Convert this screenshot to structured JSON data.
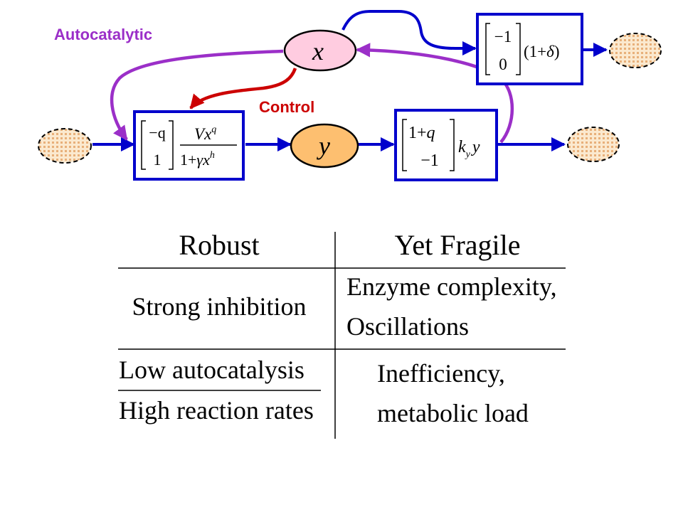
{
  "labels": {
    "autocatalytic": "Autocatalytic",
    "control": "Control"
  },
  "colors": {
    "flux": "#0000cc",
    "autocatalytic": "#9b2fc8",
    "control": "#cc0000",
    "node_fill": "#ffcce0",
    "reservoir_fill": "#f8d8b0"
  },
  "nodes": {
    "x": "x",
    "y": "y"
  },
  "box_left": {
    "vec_top": "−q",
    "vec_bottom": "1",
    "num_V": "V",
    "num_x": "x",
    "num_exp": "q",
    "den_a": "1+",
    "den_gamma": "γ",
    "den_x": "x",
    "den_exp": "h"
  },
  "box_mid": {
    "vec_top": "1+",
    "vec_top_q": "q",
    "vec_bottom": "−1",
    "k": "k",
    "k_sub": "y",
    "y": "y"
  },
  "box_right": {
    "vec_top": "−1",
    "vec_bottom": "0",
    "factor_open": "(1+",
    "delta": "δ",
    "factor_close": ")"
  },
  "table": {
    "header_left": "Robust",
    "header_right": "Yet Fragile",
    "row1_left": "Strong inhibition",
    "row1_right_1": "Enzyme complexity,",
    "row1_right_2": "Oscillations",
    "row2_left_top": "Low autocatalysis",
    "row2_left_bottom": "High reaction rates",
    "row2_right_1": "Inefficiency,",
    "row2_right_2": "metabolic load"
  }
}
